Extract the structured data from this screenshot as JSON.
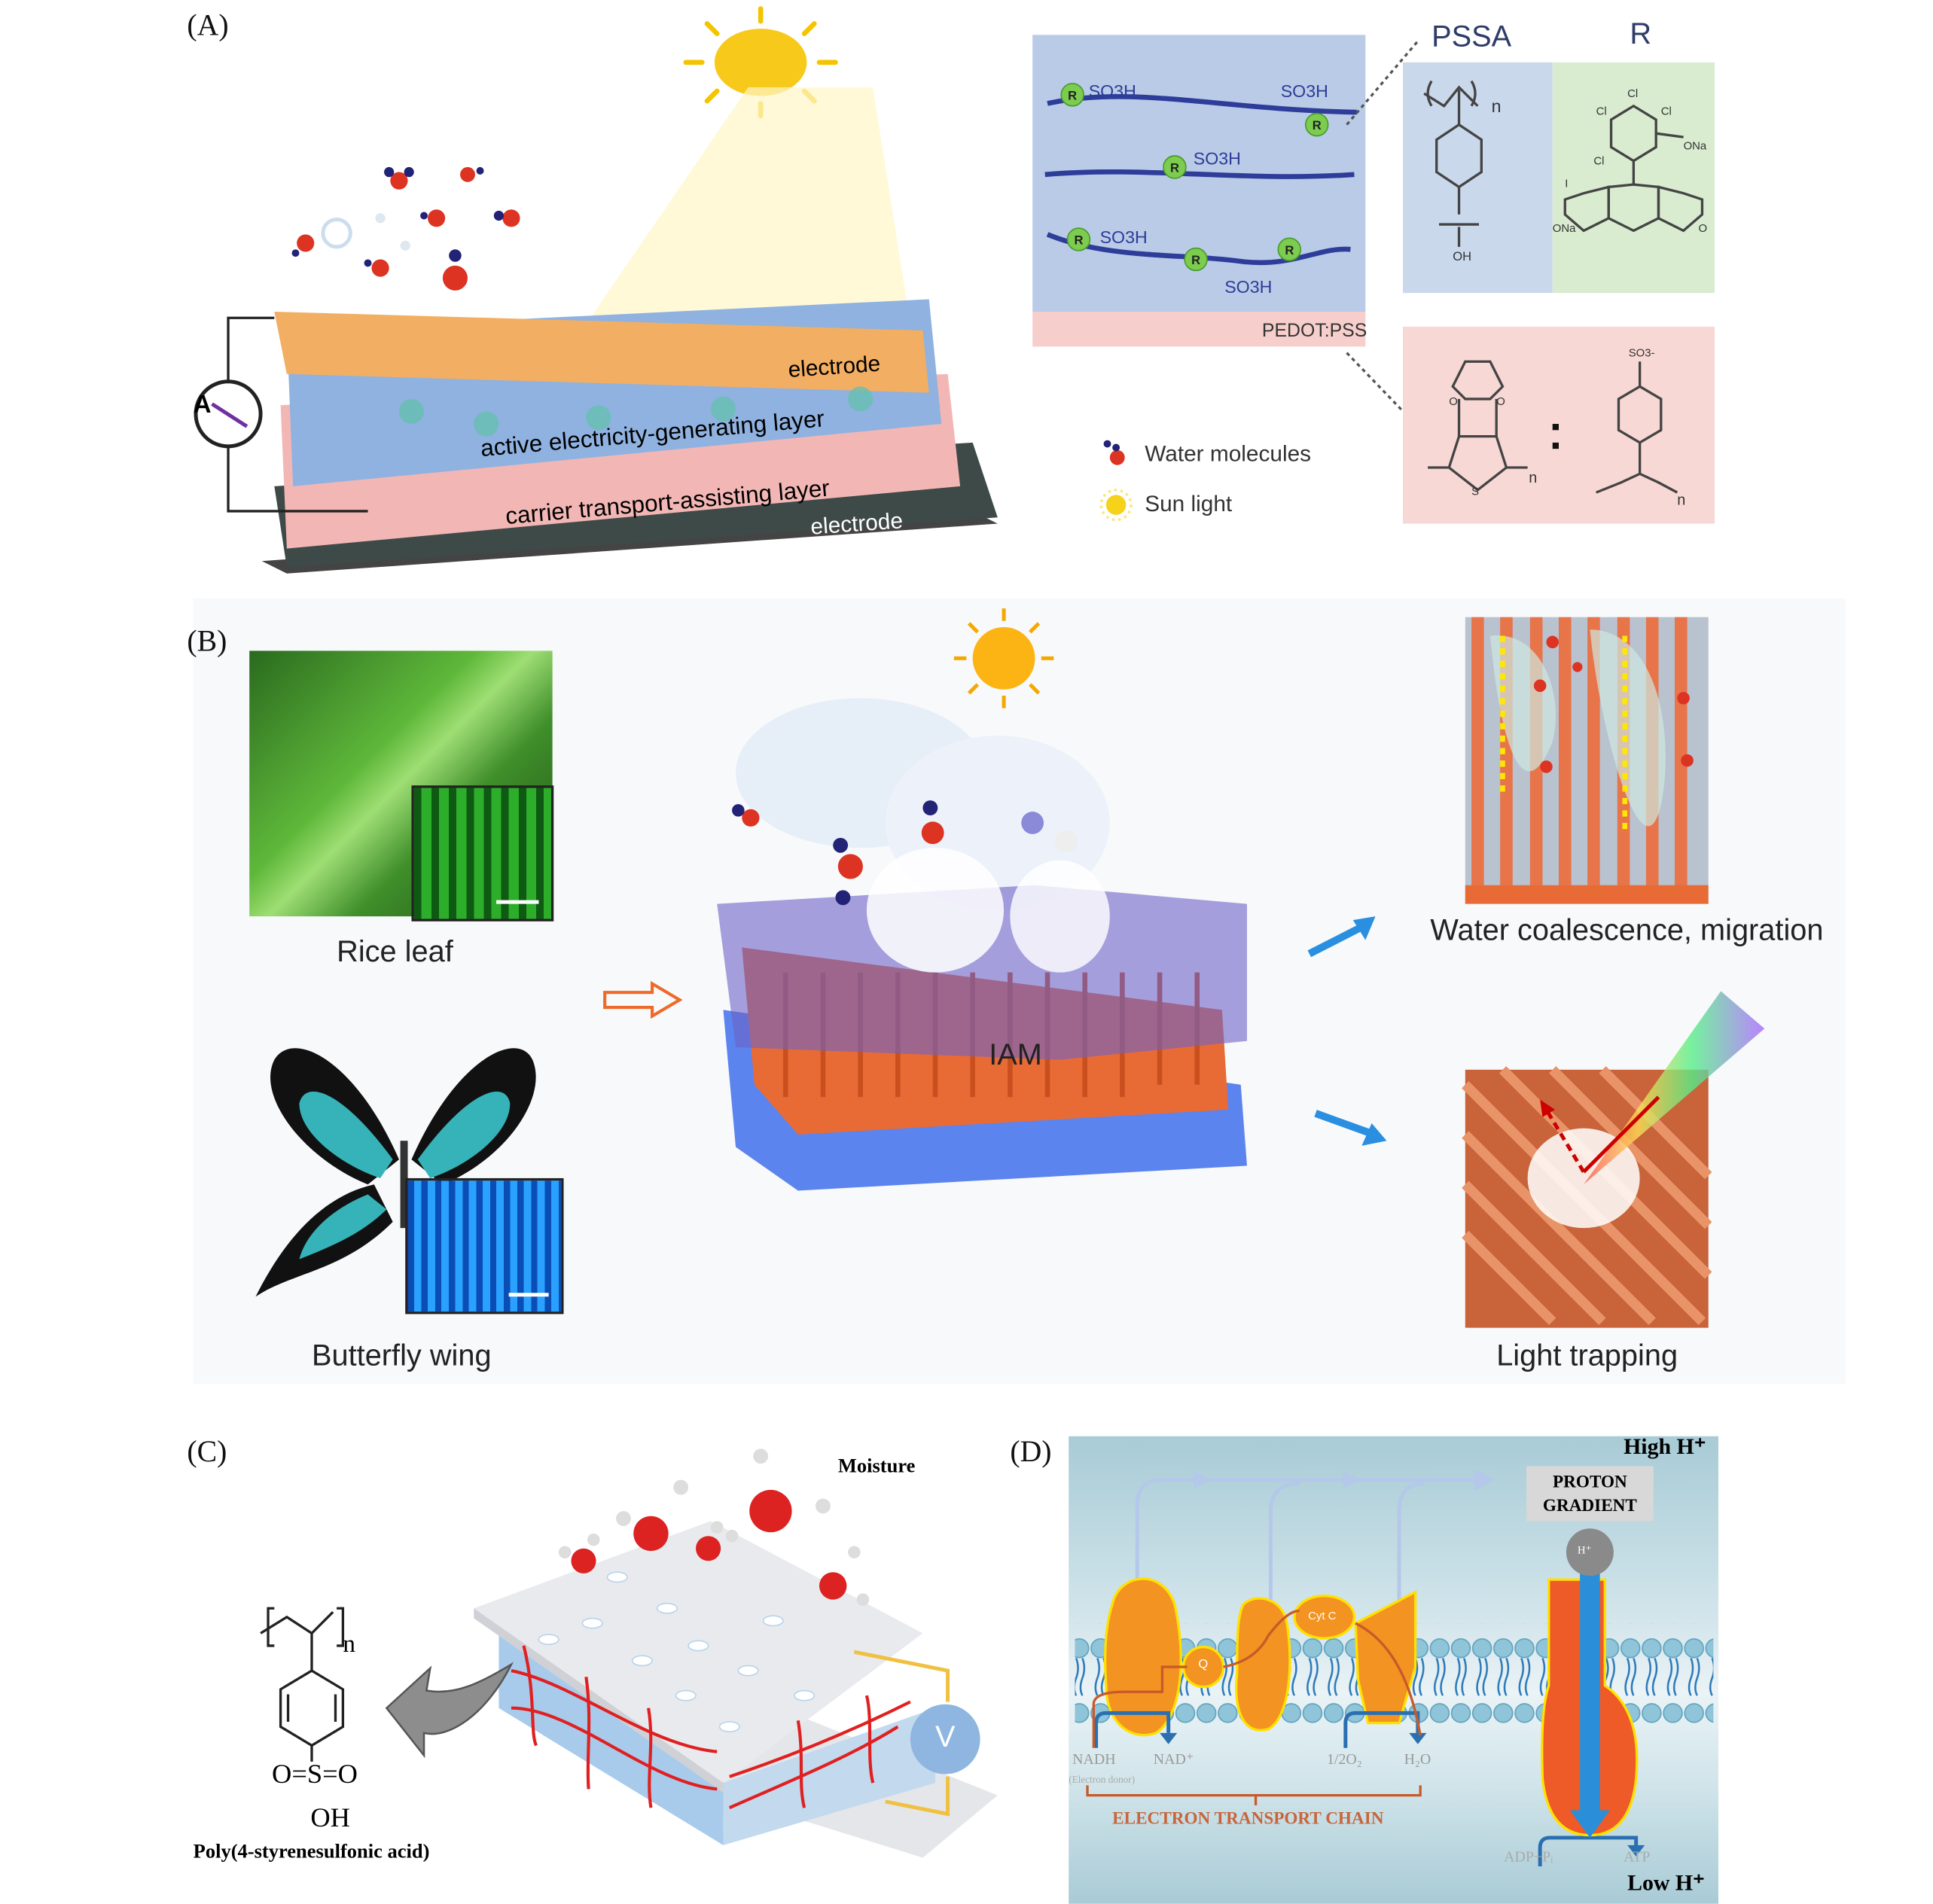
{
  "panel_a": {
    "label": "(A)",
    "layers": {
      "top_electrode": "electrode",
      "active": "active electricity-generating layer",
      "carrier": "carrier transport-assisting layer",
      "bottom_electrode": "electrode"
    },
    "ammeter": "A",
    "chain_box": {
      "group1": "SO3H",
      "r": "R",
      "pedot_label": "PEDOT:PSS"
    },
    "pssa_title": "PSSA",
    "r_title": "R",
    "legend": {
      "water": "Water molecules",
      "sun": "Sun light"
    },
    "chem": {
      "n": "n",
      "oh": "OH",
      "ona": "ONa",
      "cl": "Cl",
      "i": "I",
      "so3": "SO3-",
      "s": "S",
      "o": "O"
    }
  },
  "panel_b": {
    "label": "(B)",
    "rice_caption": "Rice leaf",
    "butterfly_caption": "Butterfly wing",
    "device_label": "IAM",
    "water_caption": "Water coalescence, migration",
    "light_caption": "Light trapping"
  },
  "panel_c": {
    "label": "(C)",
    "moisture": "Moisture",
    "voltmeter": "V",
    "polymer_name": "Poly(4-styrenesulfonic acid)",
    "chem": {
      "n": "n",
      "sulfonyl": "O=S=O",
      "oh": "OH"
    }
  },
  "panel_d": {
    "label": "(D)",
    "high": "High H⁺",
    "low": "Low H⁺",
    "gradient_line1": "PROTON",
    "gradient_line2": "GRADIENT",
    "hplus": "H⁺",
    "q": "Q",
    "cytc": "Cyt C",
    "nadh": "NADH",
    "nad": "NAD⁺",
    "donor": "(Electron donor)",
    "o2": "1/2O₂",
    "h2o": "H₂O",
    "etc": "ELECTRON TRANSPORT CHAIN",
    "adp": "ADP+Pᵢ",
    "atp": "ATP"
  },
  "colors": {
    "orange": "#f39321",
    "pedot_blue": "#b9cbe6",
    "pink": "#f6d3d0",
    "green": "#d9ecd0",
    "membrane": "#8fc4d9"
  }
}
